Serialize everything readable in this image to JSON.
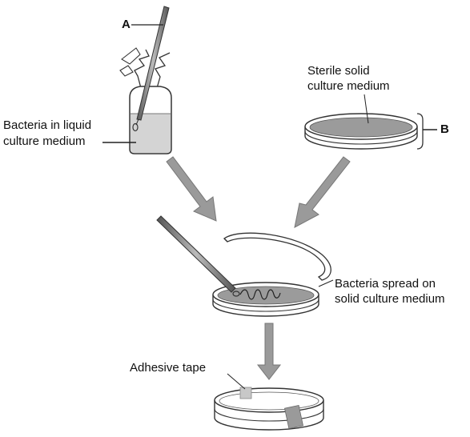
{
  "labels": {
    "a": "A",
    "b": "B",
    "liquid_line1": "Bacteria in liquid",
    "liquid_line2": "culture medium",
    "sterile_line1": "Sterile solid",
    "sterile_line2": "culture medium",
    "spread_line1": "Bacteria spread on",
    "spread_line2": "solid culture medium",
    "tape": "Adhesive tape"
  }
}
